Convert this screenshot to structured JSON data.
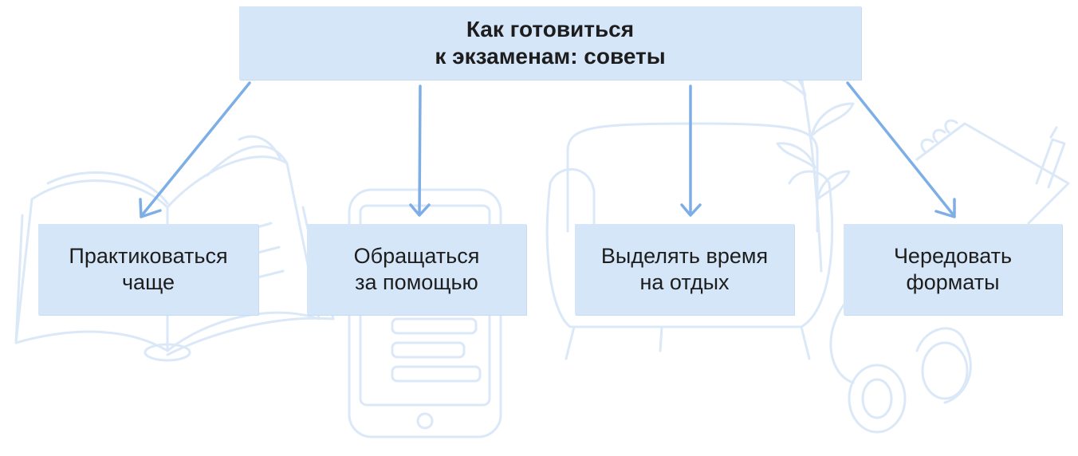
{
  "root": {
    "line1": "Как готовиться",
    "line2": "к экзаменам: советы"
  },
  "children": [
    {
      "line1": "Практиковаться",
      "line2": "чаще"
    },
    {
      "line1": "Обращаться",
      "line2": "за помощью"
    },
    {
      "line1": "Выделять время",
      "line2": "на отдых"
    },
    {
      "line1": "Чередовать",
      "line2": "форматы"
    }
  ],
  "colors": {
    "box_fill": "#d6e6f9",
    "arrow": "#7eaee6",
    "sketch": "#dbe8f7",
    "text": "#1d1d1d"
  },
  "decorations": [
    "open-book-sketch",
    "smartphone-sketch",
    "armchair-sketch",
    "plant-sketch",
    "notebook-sketch",
    "headphones-sketch"
  ]
}
